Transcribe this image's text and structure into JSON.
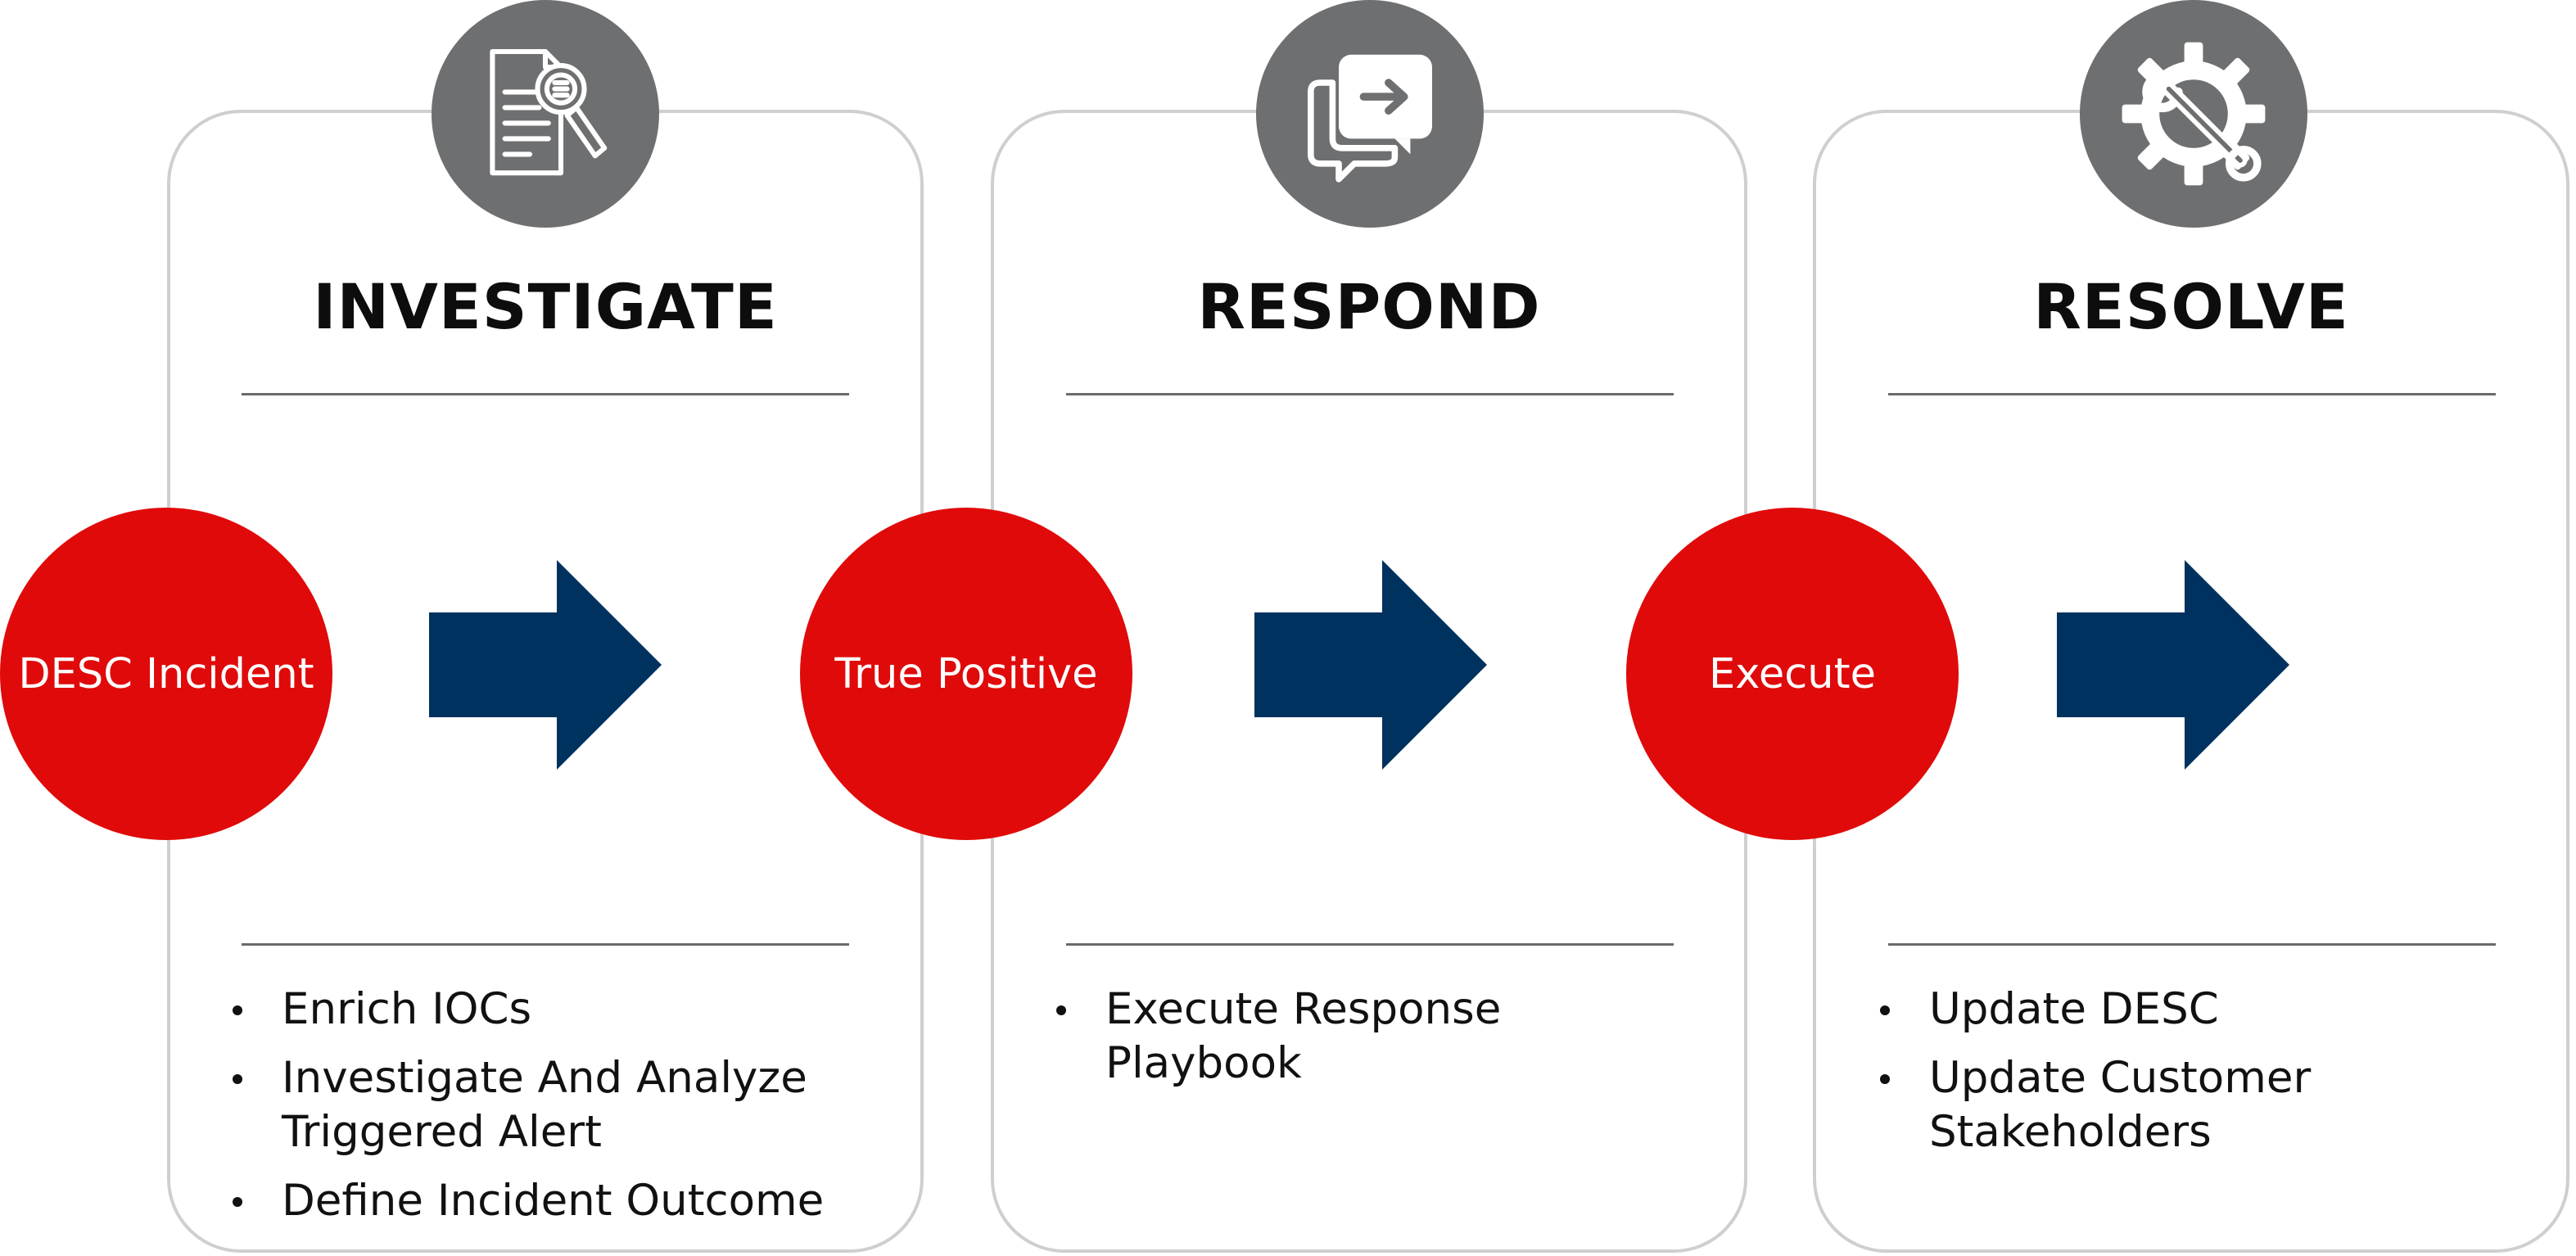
{
  "stages": [
    {
      "title": "INVESTIGATE",
      "icon": "document-search-icon",
      "step": "DESC Incident",
      "bullets": [
        "Enrich IOCs",
        "Investigate And Analyze Triggered Alert",
        "Define Incident Outcome"
      ]
    },
    {
      "title": "RESPOND",
      "icon": "chat-bubbles-arrow-icon",
      "step": "True Positive",
      "bullets": [
        "Execute Response Playbook"
      ]
    },
    {
      "title": "RESOLVE",
      "icon": "gear-wrench-icon",
      "step": "Execute",
      "bullets": [
        "Update DESC",
        "Update Customer Stakeholders"
      ]
    }
  ],
  "colors": {
    "step_red": "#e00a0a",
    "arrow_navy": "#00325f",
    "icon_gray": "#6e6f71",
    "panel_border": "#cfcfcf"
  }
}
